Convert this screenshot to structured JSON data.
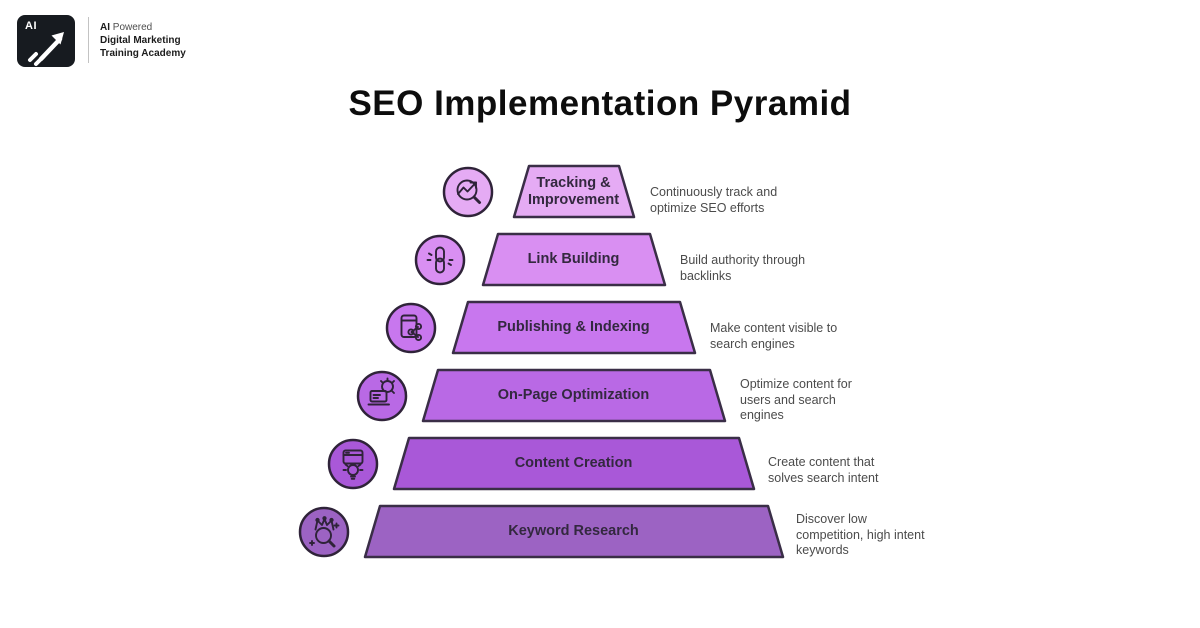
{
  "logo": {
    "badge_text": "AI",
    "line1_bold": "AI",
    "line1_light": " Powered",
    "line2": "Digital Marketing",
    "line3": "Training Academy"
  },
  "title": "SEO Implementation Pyramid",
  "colors": {
    "border": "#3a2e47",
    "label_text": "#33283f",
    "description_text": "#4b4b4b",
    "logo_badge_bg": "#171b20"
  },
  "levels": [
    {
      "label": "Tracking & Improvement",
      "description": "Continuously track and optimize SEO efforts",
      "color": "#e5abf4",
      "icon": "magnifier-trend-icon"
    },
    {
      "label": "Link Building",
      "description": "Build authority through backlinks",
      "color": "#d98ff2",
      "icon": "chain-link-icon"
    },
    {
      "label": "Publishing & Indexing",
      "description": "Make content visible to search engines",
      "color": "#c877ee",
      "icon": "book-share-icon"
    },
    {
      "label": "On-Page Optimization",
      "description": "Optimize content for users and search engines",
      "color": "#b969e5",
      "icon": "laptop-search-icon"
    },
    {
      "label": "Content Creation",
      "description": "Create content that solves search intent",
      "color": "#a958d8",
      "icon": "browser-bulb-icon"
    },
    {
      "label": "Keyword Research",
      "description": "Discover low competition, high intent keywords",
      "color": "#9c63c3",
      "icon": "crown-search-icon"
    }
  ]
}
